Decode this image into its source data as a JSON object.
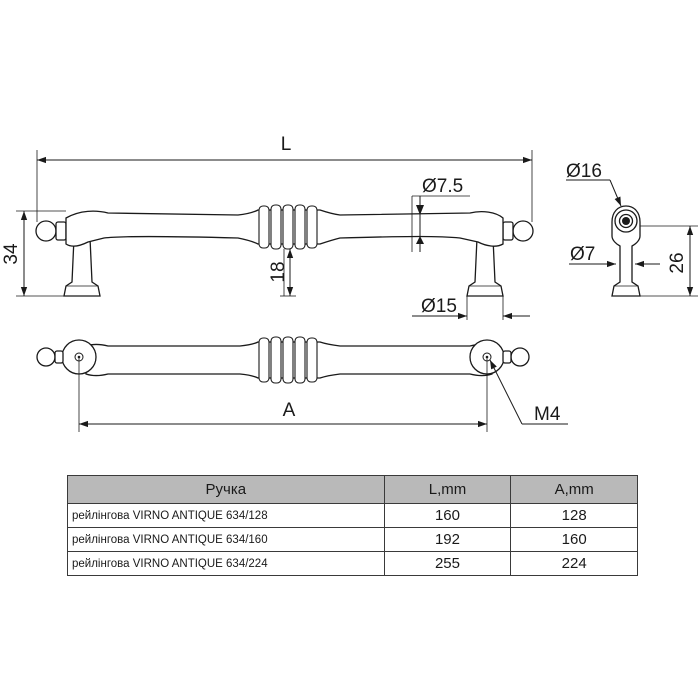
{
  "drawing": {
    "dimensions": {
      "length": "L",
      "height_total": "34",
      "height_bar": "18",
      "bar_diameter": "Ø7.5",
      "foot_diameter": "Ø15",
      "knob_diameter": "Ø16",
      "post_diameter": "Ø7",
      "side_height": "26",
      "hole_spacing": "A",
      "thread": "M4"
    }
  },
  "table": {
    "headers": [
      "Ручка",
      "L,mm",
      "A,mm"
    ],
    "rows": [
      {
        "name": "рейлінгова VIRNO ANTIQUE 634/128",
        "L": "160",
        "A": "128"
      },
      {
        "name": "рейлінгова VIRNO ANTIQUE 634/160",
        "L": "192",
        "A": "160"
      },
      {
        "name": "рейлінгова VIRNO ANTIQUE 634/224",
        "L": "255",
        "A": "224"
      }
    ]
  }
}
